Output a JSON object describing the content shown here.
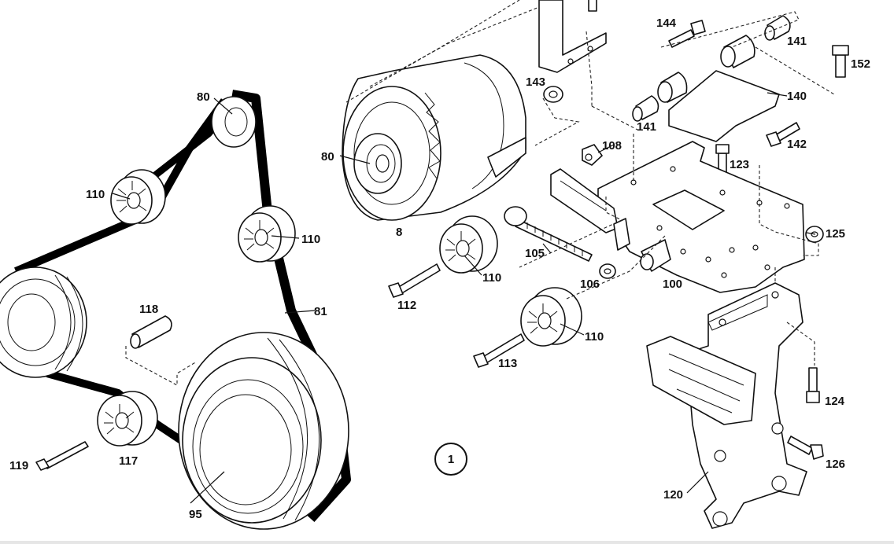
{
  "diagram": {
    "labels": {
      "c80a": "80",
      "c80b": "80",
      "c81": "81",
      "c8": "8",
      "c95": "95",
      "c100": "100",
      "c105": "105",
      "c106": "106",
      "c108": "108",
      "c110a": "110",
      "c110b": "110",
      "c110c": "110",
      "c110d": "110",
      "c112": "112",
      "c113": "113",
      "c117": "117",
      "c118": "118",
      "c119": "119",
      "c120": "120",
      "c123": "123",
      "c124": "124",
      "c125": "125",
      "c126": "126",
      "c140": "140",
      "c141a": "141",
      "c141b": "141",
      "c142": "142",
      "c143": "143",
      "c144": "144",
      "c152": "152"
    },
    "view_marker": "1",
    "colors": {
      "ink": "#111111",
      "paper": "#ffffff"
    }
  }
}
